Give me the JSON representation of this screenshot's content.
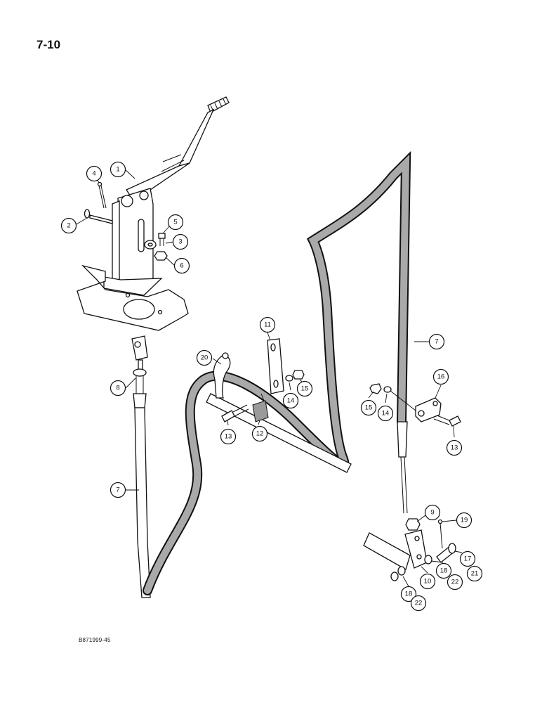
{
  "page": {
    "page_number": "7-10",
    "figure_code": "B871999-45"
  },
  "callouts": [
    {
      "id": "c1",
      "label": "1"
    },
    {
      "id": "c2",
      "label": "2"
    },
    {
      "id": "c3",
      "label": "3"
    },
    {
      "id": "c4",
      "label": "4"
    },
    {
      "id": "c5",
      "label": "5"
    },
    {
      "id": "c6",
      "label": "6"
    },
    {
      "id": "c7a",
      "label": "7"
    },
    {
      "id": "c7b",
      "label": "7"
    },
    {
      "id": "c8",
      "label": "8"
    },
    {
      "id": "c9",
      "label": "9"
    },
    {
      "id": "c10",
      "label": "10"
    },
    {
      "id": "c11",
      "label": "11"
    },
    {
      "id": "c12",
      "label": "12"
    },
    {
      "id": "c13a",
      "label": "13"
    },
    {
      "id": "c13b",
      "label": "13"
    },
    {
      "id": "c14a",
      "label": "14"
    },
    {
      "id": "c14b",
      "label": "14"
    },
    {
      "id": "c15a",
      "label": "15"
    },
    {
      "id": "c15b",
      "label": "15"
    },
    {
      "id": "c16",
      "label": "16"
    },
    {
      "id": "c17",
      "label": "17"
    },
    {
      "id": "c18a",
      "label": "18"
    },
    {
      "id": "c18b",
      "label": "18"
    },
    {
      "id": "c19",
      "label": "19"
    },
    {
      "id": "c20",
      "label": "20"
    },
    {
      "id": "c21",
      "label": "21"
    },
    {
      "id": "c22a",
      "label": "22"
    },
    {
      "id": "c22b",
      "label": "22"
    }
  ]
}
